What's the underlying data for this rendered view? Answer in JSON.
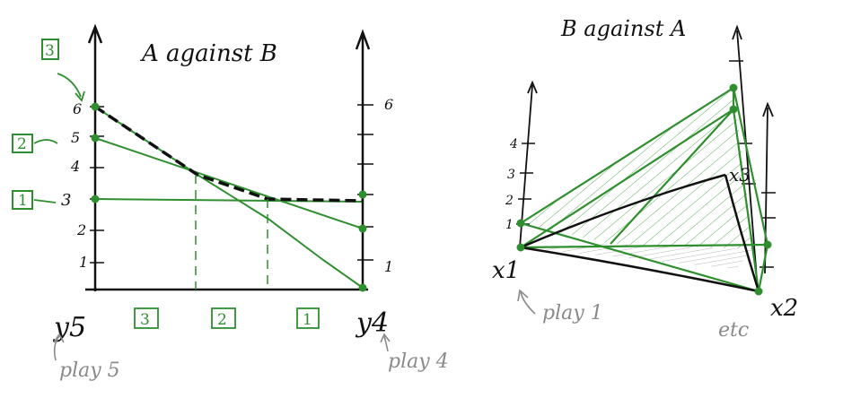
{
  "left_panel": {
    "title": "A against B",
    "left_axis_label": "y5",
    "right_axis_label": "y4",
    "left_ticks": [
      "1",
      "2",
      "3",
      "4",
      "5",
      "6"
    ],
    "right_ticks": [
      "1",
      "6"
    ],
    "boxed_labels": [
      "3",
      "2",
      "1"
    ],
    "region_labels": [
      "3",
      "2",
      "1"
    ],
    "note_left": "play 5",
    "note_right": "play 4"
  },
  "right_panel": {
    "title": "B against A",
    "ticks": [
      "1",
      "2",
      "3",
      "4"
    ],
    "vertex_labels": [
      "x1",
      "x2",
      "x3"
    ],
    "note_left": "play 1",
    "note_right": "etc"
  },
  "colors": {
    "ink": "#111111",
    "green": "#2f8f2f",
    "grey": "#8a8a8a"
  }
}
